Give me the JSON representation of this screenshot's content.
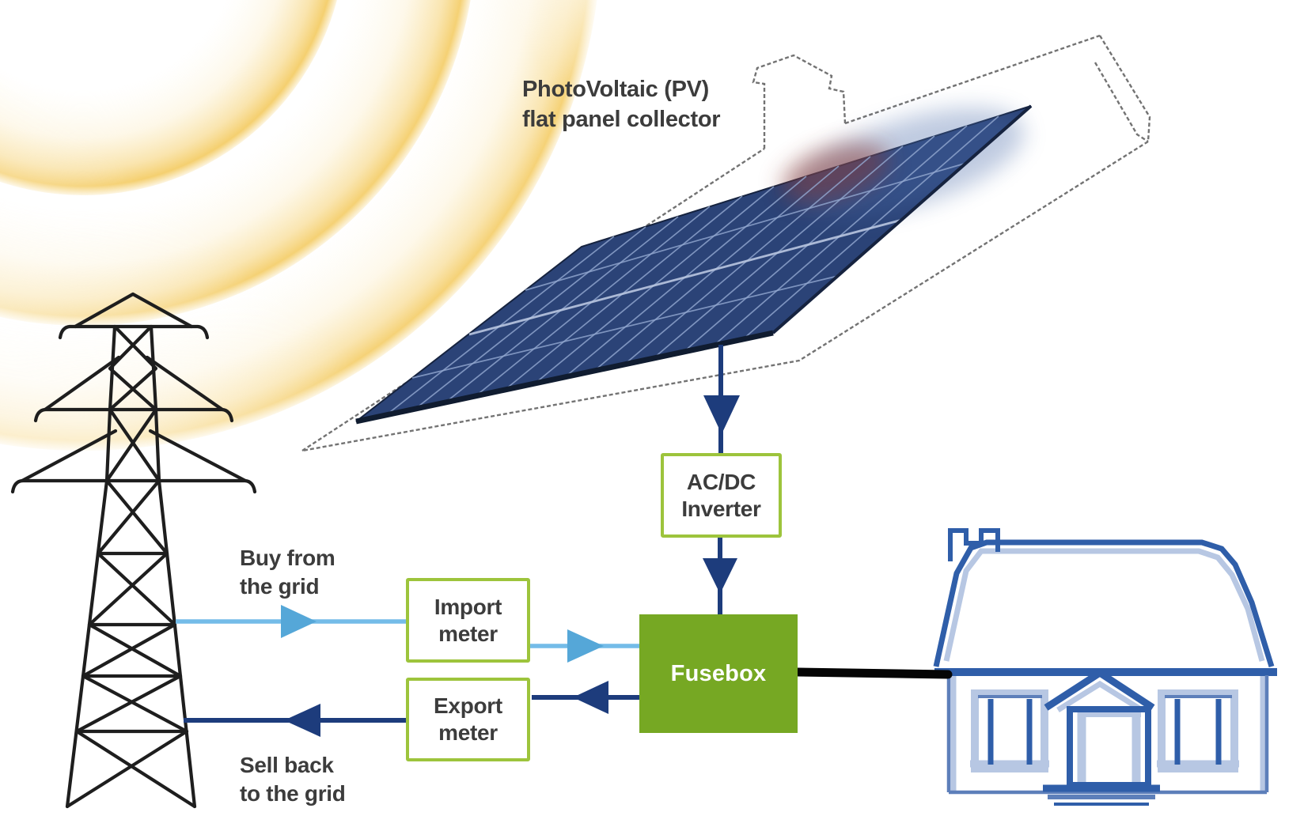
{
  "diagram": {
    "pv_label": {
      "line1": "PhotoVoltaic (PV)",
      "line2": "flat panel collector"
    },
    "buy_label": {
      "line1": "Buy from",
      "line2": "the grid"
    },
    "sell_label": {
      "line1": "Sell back",
      "line2": "to the grid"
    },
    "inverter_box": {
      "line1": "AC/DC",
      "line2": "Inverter"
    },
    "import_box": {
      "line1": "Import",
      "line2": "meter"
    },
    "export_box": {
      "line1": "Export",
      "line2": "meter"
    },
    "fusebox": {
      "label": "Fusebox"
    }
  },
  "colors": {
    "box_border_green": "#9dc43c",
    "fusebox_green": "#76a823",
    "arrow_light_blue": "#74bce8",
    "arrowhead_light_blue": "#55a7d8",
    "arrow_dark_blue": "#1d3c7c",
    "panel_navy": "#2b4377",
    "panel_grid_blue": "#94a9d1",
    "sun_yellow": "#f4cd68",
    "house_blue_dark": "#2f5ea9",
    "house_blue_mid": "#5d7fba",
    "house_blue_pale": "#b7c7e3",
    "roof_gray": "#737373",
    "pylon_black": "#1e1e1e",
    "wire_black": "#050505",
    "label_gray": "#3c3c3c"
  }
}
